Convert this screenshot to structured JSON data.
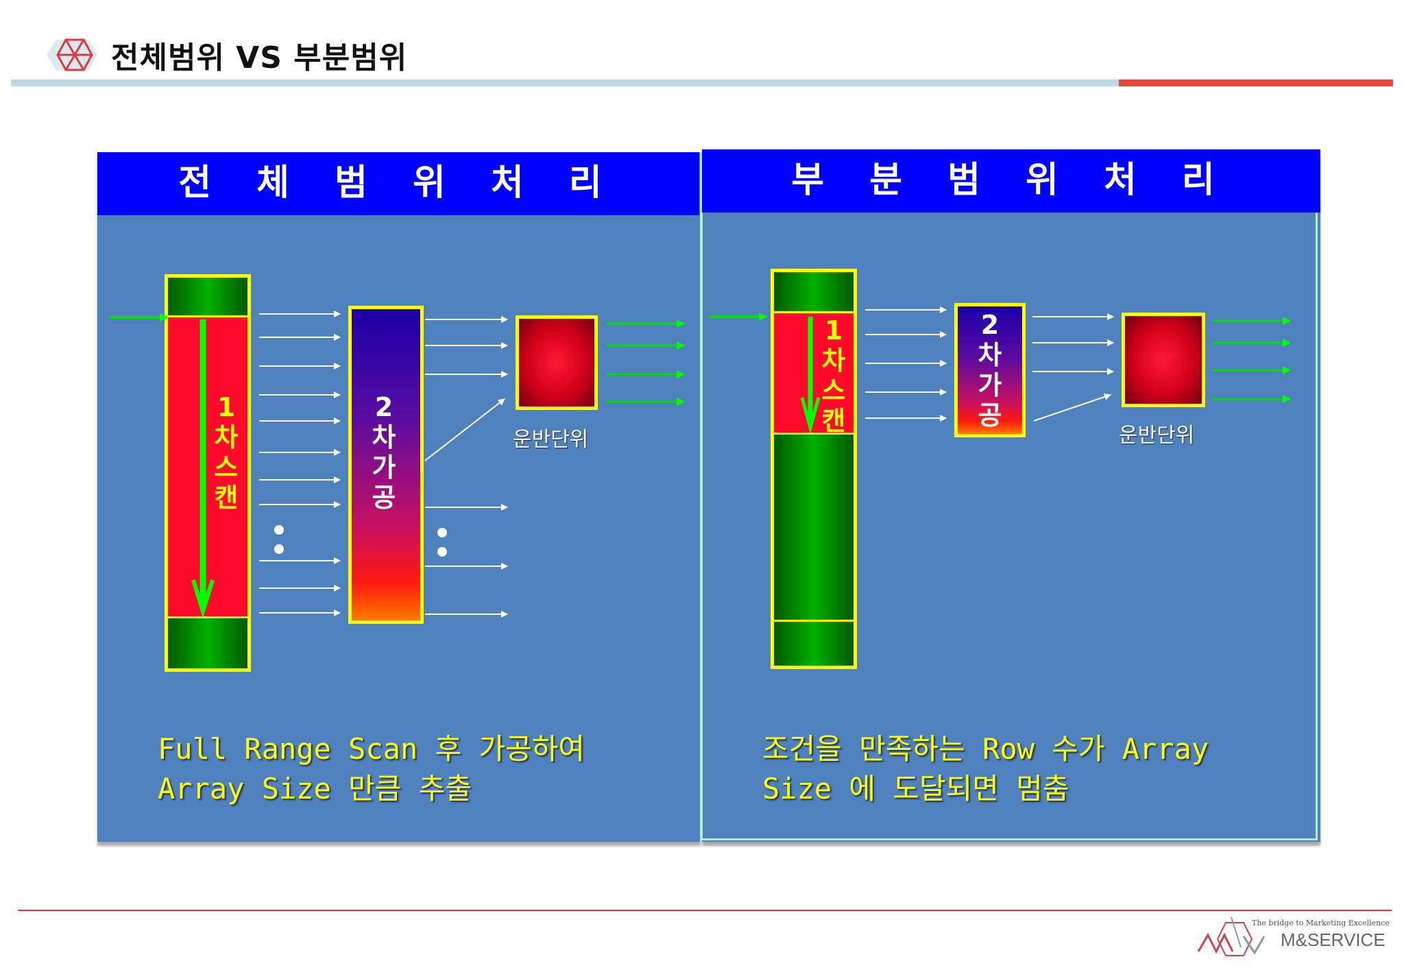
{
  "slide": {
    "title": "전체범위 VS 부분범위"
  },
  "left_panel": {
    "header": "전 체 범 위 처 리",
    "scan_label": [
      "1",
      "차",
      "스",
      "캔"
    ],
    "process_label": [
      "2",
      "차",
      "가",
      "공"
    ],
    "unit_label": "운반단위",
    "caption_line1": "Full Range Scan 후 가공하여",
    "caption_line2": "Array Size 만큼 추출"
  },
  "right_panel": {
    "header": "부 분 범 위 처 리",
    "scan_label": [
      "1",
      "차",
      "스",
      "캔"
    ],
    "process_label": [
      "2",
      "차",
      "가",
      "공"
    ],
    "unit_label": "운반단위",
    "caption_line1": "조건을 만족하는 Row 수가 Array",
    "caption_line2": "Size 에 도달되면 멈춤"
  },
  "footer": {
    "logo_tagline": "The bridge to Marketing Excellence",
    "logo_text": "M&SERVICE"
  },
  "colors": {
    "header_blue": "#0000ff",
    "panel_blue": "#4f81bd",
    "scan_red": "#ff0a2a",
    "border_yellow": "#ffff00",
    "arrow_green": "#00ff00",
    "accent_red": "#e8463c"
  }
}
